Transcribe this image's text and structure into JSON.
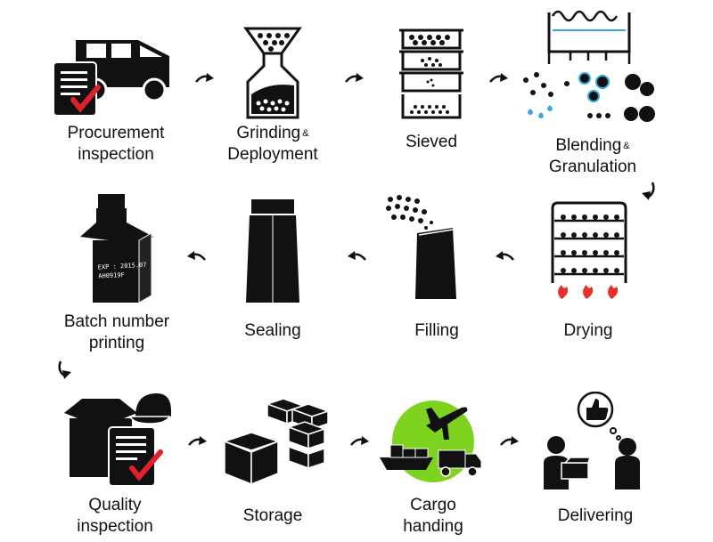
{
  "steps": [
    {
      "id": "procurement",
      "line1": "Procurement",
      "line2": "inspection"
    },
    {
      "id": "grinding",
      "line1": "Grinding",
      "amp": "&",
      "line2": "Deployment"
    },
    {
      "id": "sieved",
      "line1": "Sieved"
    },
    {
      "id": "blending",
      "line1": "Blending",
      "amp": "&",
      "line2": "Granulation"
    },
    {
      "id": "batch",
      "line1": "Batch number",
      "line2": "printing"
    },
    {
      "id": "sealing",
      "line1": "Sealing"
    },
    {
      "id": "filling",
      "line1": "Filling"
    },
    {
      "id": "drying",
      "line1": "Drying"
    },
    {
      "id": "quality",
      "line1": "Quality",
      "line2": "inspection"
    },
    {
      "id": "storage",
      "line1": "Storage"
    },
    {
      "id": "cargo",
      "line1": "Cargo",
      "line2": "handing"
    },
    {
      "id": "delivering",
      "line1": "Delivering"
    }
  ],
  "box_print": {
    "exp": "EXP : 2015.07",
    "code": "AH0919F"
  },
  "colors": {
    "ink": "#111111",
    "check": "#e0202a",
    "flame": "#e8302a",
    "cargo_green": "#7ed321",
    "water": "#3aa7d9"
  },
  "icons": [
    "truck-icon",
    "clipboard-icon",
    "check-icon",
    "hopper-icon",
    "sieve-icon",
    "granulator-icon",
    "drying-rack-icon",
    "flame-icon",
    "bag-icon",
    "box-icon",
    "cap-icon",
    "storage-boxes-icon",
    "ship-icon",
    "airplane-icon",
    "delivery-truck-icon",
    "person-icon",
    "thumbs-up-icon"
  ]
}
